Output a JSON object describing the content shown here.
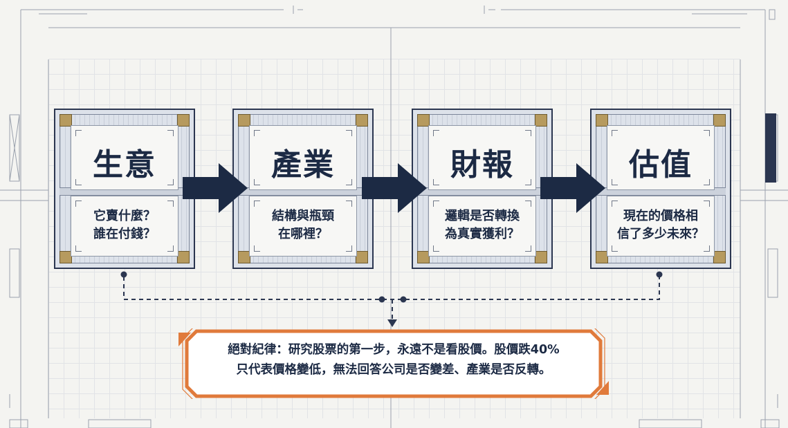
{
  "stages": [
    {
      "title": "生意",
      "question_line1": "它賣什麼？",
      "question_line2": "誰在付錢？"
    },
    {
      "title": "產業",
      "question_line1": "結構與瓶頸",
      "question_line2": "在哪裡？"
    },
    {
      "title": "財報",
      "question_line1": "邏輯是否轉換",
      "question_line2": "為真實獲利？"
    },
    {
      "title": "估值",
      "question_line1": "現在的價格相",
      "question_line2": "信了多少未來？"
    }
  ],
  "note": {
    "line1": "絕對紀律：研究股票的第一步，永遠不是看股價。股價跌40%",
    "line2": "只代表價格變低，無法回答公司是否變差、產業是否反轉。"
  },
  "colors": {
    "navy": "#1c2a44",
    "orange": "#e07a3b",
    "gold": "#b69a5e",
    "card_fill": "#dde2ea",
    "background": "#f4f4f1"
  }
}
